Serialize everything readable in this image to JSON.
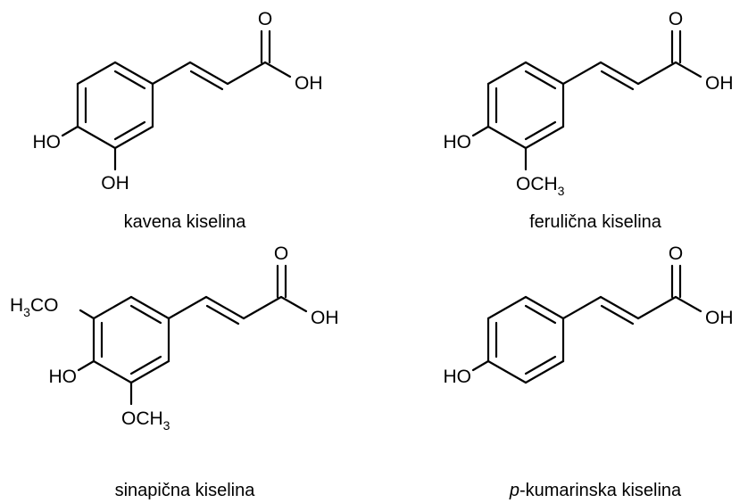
{
  "colors": {
    "ink": "#000000",
    "background": "#ffffff"
  },
  "molecules": [
    {
      "name": "kavena kiselina",
      "labels": {
        "carbonyl_o": "O",
        "hydroxyl": "OH",
        "ring_4": "HO",
        "ring_3": "OH"
      }
    },
    {
      "name": "ferulična kiselina",
      "labels": {
        "carbonyl_o": "O",
        "hydroxyl": "OH",
        "ring_4": "HO",
        "ring_3_main": "OCH",
        "ring_3_sub": "3"
      }
    },
    {
      "name": "sinapična kiselina",
      "labels": {
        "carbonyl_o": "O",
        "hydroxyl": "OH",
        "ring_5_pre": "H",
        "ring_5_sub": "3",
        "ring_5_post": "CO",
        "ring_4": "HO",
        "ring_3_main": "OCH",
        "ring_3_sub": "3"
      }
    },
    {
      "name_prefix": "p",
      "name_rest": "-kumarinska kiselina",
      "labels": {
        "carbonyl_o": "O",
        "hydroxyl": "OH",
        "ring_4": "HO"
      }
    }
  ]
}
